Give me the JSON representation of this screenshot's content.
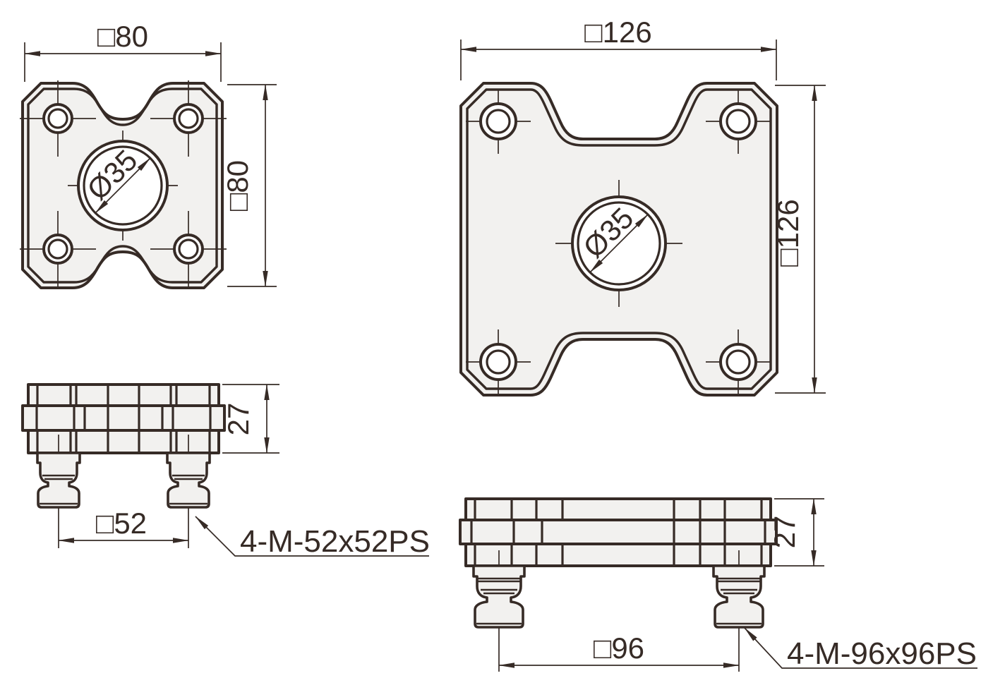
{
  "drawing": {
    "views": {
      "small_front": {
        "width_dim": "□80",
        "height_dim": "□80",
        "bore_dim": "Ø35"
      },
      "large_front": {
        "width_dim": "□126",
        "height_dim": "□126",
        "bore_dim": "Ø35"
      },
      "small_side": {
        "height_dim": "27",
        "stud_pitch_dim": "□52",
        "leader_label": "4-M-52x52PS"
      },
      "large_side": {
        "height_dim": "27",
        "stud_pitch_dim": "□96",
        "leader_label": "4-M-96x96PS"
      }
    },
    "colors": {
      "line_color": "#362b26",
      "part_fill": "#f2f1ef",
      "hole_fill": "#ffffff",
      "background": "#ffffff"
    }
  }
}
